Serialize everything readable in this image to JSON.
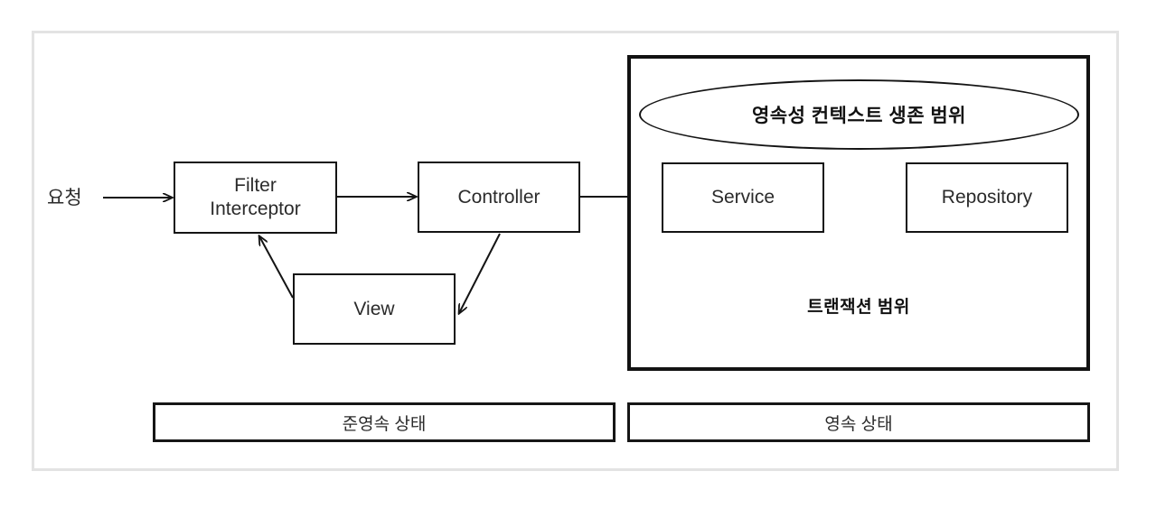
{
  "diagram": {
    "title_text_present": false,
    "request_label": "요청",
    "nodes": {
      "filter_interceptor": {
        "line1": "Filter",
        "line2": "Interceptor"
      },
      "controller": {
        "label": "Controller"
      },
      "view": {
        "label": "View"
      },
      "service": {
        "label": "Service"
      },
      "repository": {
        "label": "Repository"
      }
    },
    "panel": {
      "pill_label": "영속성 컨텍스트 생존 범위",
      "caption_label": "트랜잭션 범위"
    },
    "state_bars": {
      "left_label": "준영속 상태",
      "right_label": "영속 상태"
    },
    "colors": {
      "outer_frame": "#e3e3e3",
      "box_border": "#141414",
      "panel_border": "#121212",
      "text": "#2b2b2b",
      "bold_text": "#111111",
      "background": "#ffffff"
    },
    "edges": [
      {
        "from": "요청",
        "to": "Filter Interceptor",
        "style": "arrow"
      },
      {
        "from": "Filter Interceptor",
        "to": "Controller",
        "style": "arrow"
      },
      {
        "from": "Controller",
        "to": "Service",
        "style": "arrow"
      },
      {
        "from": "Service",
        "to": "Repository",
        "style": "arrow"
      },
      {
        "from": "Controller",
        "to": "View",
        "style": "arrow"
      },
      {
        "from": "View",
        "to": "Filter Interceptor",
        "style": "arrow"
      }
    ]
  }
}
